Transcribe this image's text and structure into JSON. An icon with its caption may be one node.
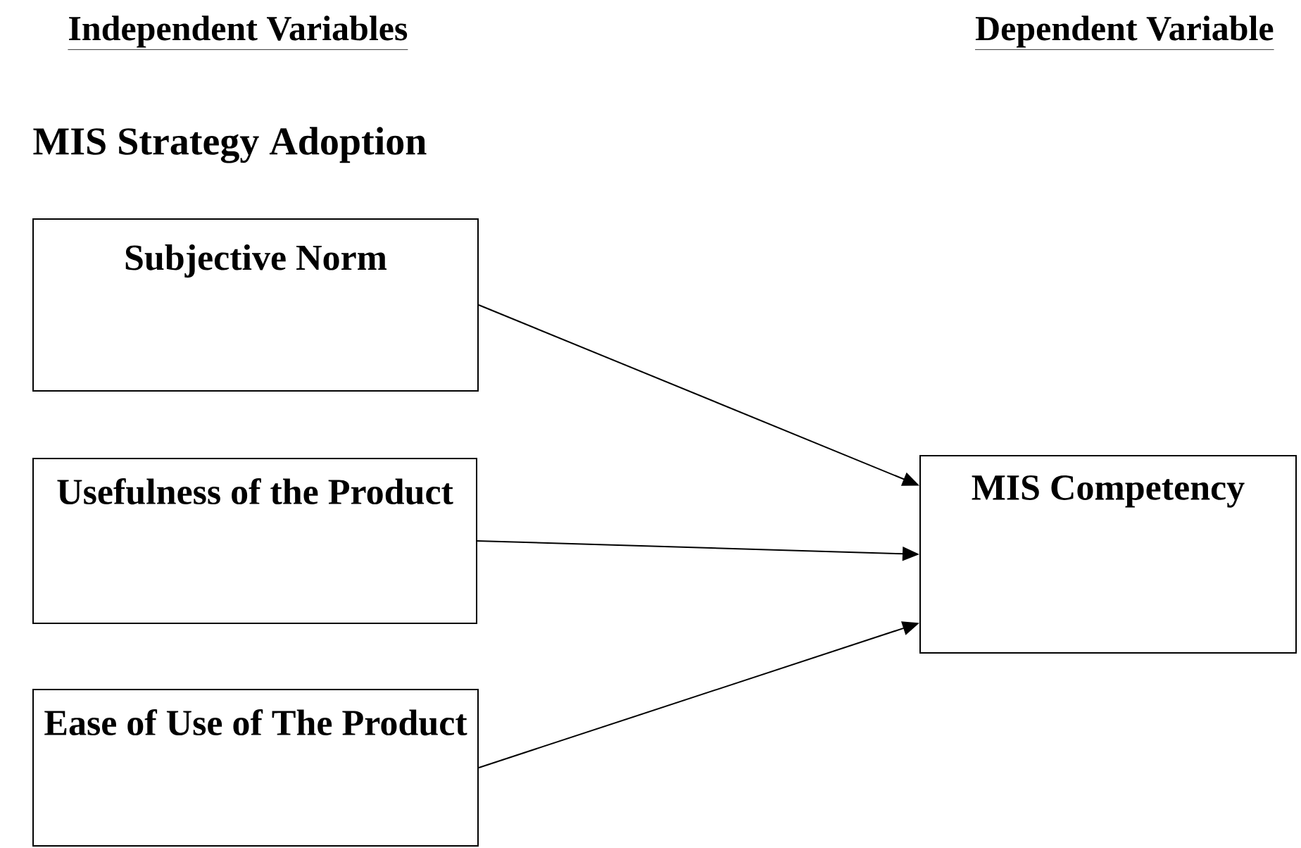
{
  "diagram": {
    "nodes": [
      {
        "text": [
          "Subjective Norm"
        ]
      },
      {
        "text": [
          "Usefulness of the Product"
        ]
      },
      {
        "text": [
          "Ease of Use of The Product"
        ]
      },
      {
        "text": [
          "MIS Competency"
        ]
      }
    ],
    "edges": [
      {
        "from": 0,
        "to": 3,
        "arrow": "to"
      },
      {
        "from": 1,
        "to": 3,
        "arrow": "to"
      },
      {
        "from": 2,
        "to": 3,
        "arrow": "to"
      }
    ],
    "labels": [
      "Independent Variables",
      "Dependent Variable",
      "MIS Strategy Adoption"
    ]
  }
}
